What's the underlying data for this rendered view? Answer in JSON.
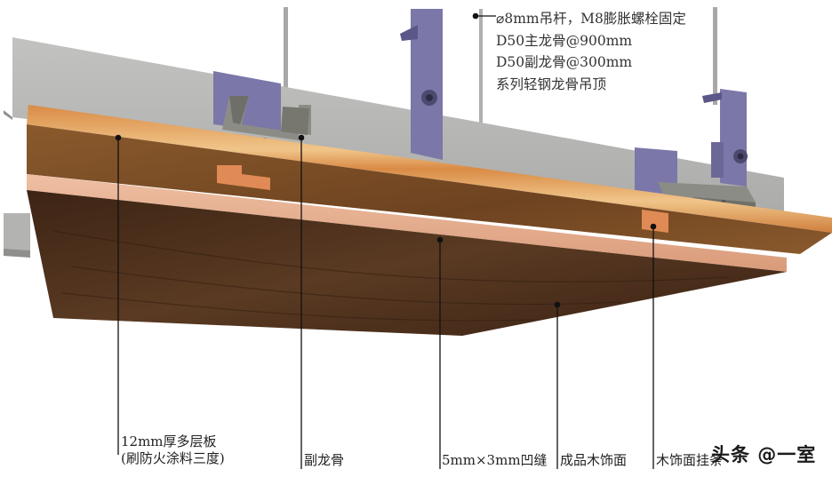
{
  "diagram": {
    "type": "ceiling-section-3d",
    "title_lines": [
      "⌀8mm吊杆，M8膨胀螺栓固定",
      "D50主龙骨@900mm",
      "D50副龙骨@300mm",
      "系列轻钢龙骨吊顶"
    ],
    "callouts": [
      {
        "id": "plywood",
        "lines": [
          "12mm厚多层板",
          "(刷防火涂料三度)"
        ]
      },
      {
        "id": "secondary-keel",
        "lines": [
          "副龙骨"
        ]
      },
      {
        "id": "groove",
        "lines": [
          "5mm×3mm凹缝"
        ]
      },
      {
        "id": "finished-wood-face",
        "lines": [
          "成品木饰面"
        ]
      },
      {
        "id": "wood-hanger",
        "lines": [
          "木饰面挂条"
        ]
      }
    ],
    "watermark": "头条 @一室",
    "colors": {
      "concrete": "#b9b9b7",
      "concrete_dark": "#8f8f8d",
      "bracket": "#7b77a8",
      "bracket_dark": "#5b5788",
      "steel": "#8c8c86",
      "plywood_top": "#d88a45",
      "plywood_stripe": "#f0c58a",
      "plywood_under": "#7a4a22",
      "wood_edge": "#e3a98a",
      "wood_under": "#4b2f1c",
      "leader": "#111111"
    }
  }
}
